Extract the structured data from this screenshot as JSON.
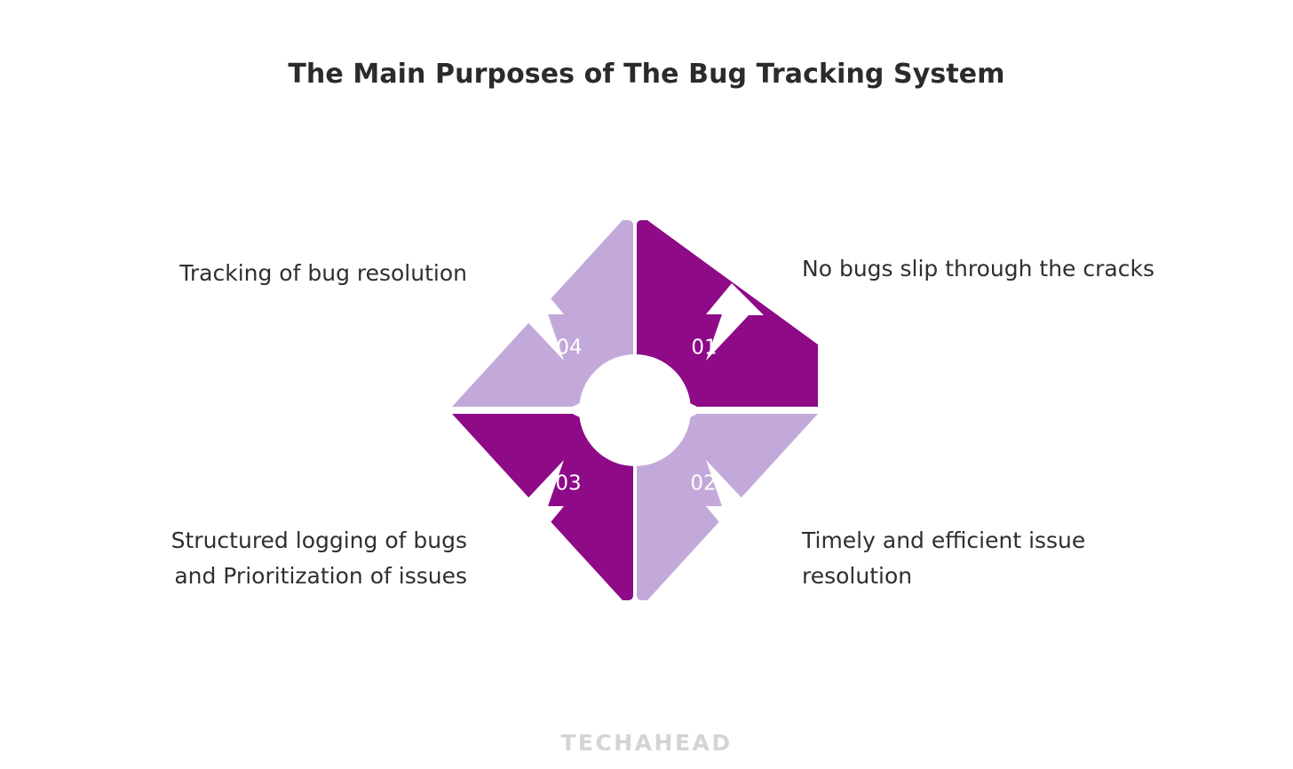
{
  "title": "The Main Purposes of The Bug Tracking System",
  "watermark": "TECHAHEAD",
  "colors": {
    "dark_purple": "#8E0A87",
    "light_purple": "#C3A9D9",
    "title_text": "#2b2b2b",
    "label_text": "#2f2f2f",
    "number_text": "#ffffff",
    "background": "#ffffff",
    "watermark_text": "#d4d4d4"
  },
  "diagram": {
    "type": "pinwheel-cycle",
    "segment_count": 4,
    "segments": [
      {
        "number": "01",
        "label": "No bugs slip through the cracks",
        "position": "top-right",
        "color": "#8E0A87",
        "direction": "up-right"
      },
      {
        "number": "02",
        "label": "Timely and efficient issue\nresolution",
        "position": "bottom-right",
        "color": "#C3A9D9",
        "direction": "down-right"
      },
      {
        "number": "03",
        "label": "Structured logging of bugs\nand Prioritization of issues",
        "position": "bottom-left",
        "color": "#8E0A87",
        "direction": "down-left"
      },
      {
        "number": "04",
        "label": "Tracking of bug resolution",
        "position": "top-left",
        "color": "#C3A9D9",
        "direction": "up-left"
      }
    ]
  }
}
